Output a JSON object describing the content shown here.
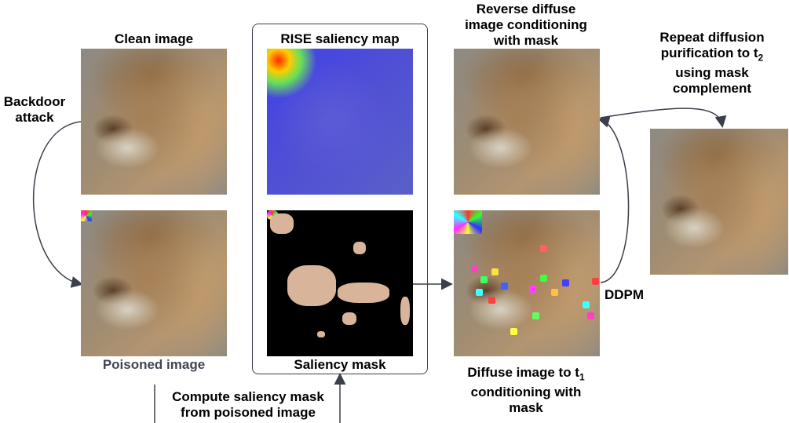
{
  "labels": {
    "clean_image": "Clean image",
    "backdoor_attack": [
      "Backdoor",
      "attack"
    ],
    "poisoned_image": "Poisoned image",
    "rise_map": "RISE saliency map",
    "saliency_mask": "Saliency mask",
    "compute_mask": [
      "Compute saliency mask",
      "from poisoned image"
    ],
    "reverse_diffuse": [
      "Reverse diffuse",
      "image conditioning",
      "with mask"
    ],
    "diffuse": {
      "line1_text": "Diffuse image to t",
      "line1_sub": "1",
      "line2": "conditioning with",
      "line3": "mask"
    },
    "repeat": {
      "line1": "Repeat diffusion",
      "line2_text": "purification to t",
      "line2_sub": "2",
      "line3": "using mask",
      "line4": "complement"
    },
    "ddpm": "DDPM"
  },
  "colors": {
    "arrow": "#3a3f4a",
    "poisoned_label": "#3f4652",
    "mask_background": "#000000",
    "mask_blob": "#d8b49a"
  },
  "icons": [
    "lion-image",
    "saliency-heatmap",
    "binary-mask",
    "trigger-patch"
  ]
}
